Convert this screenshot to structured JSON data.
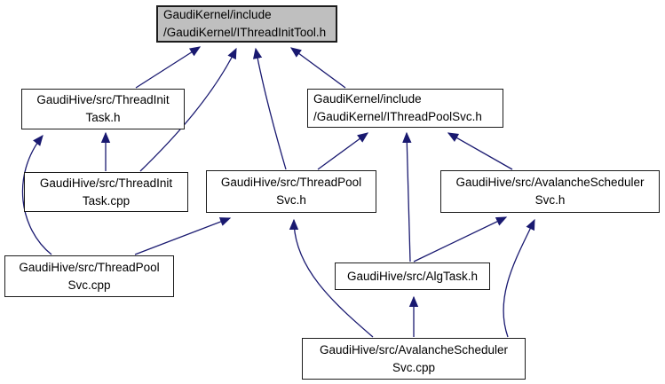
{
  "graph": {
    "colors": {
      "edge": "#191970",
      "node_border": "#1c1c1c",
      "node_fill": "#ffffff",
      "current_node_fill": "#bfbfbf",
      "text": "#000000",
      "background": "#ffffff"
    },
    "nodes": {
      "ithreadinittool_h": {
        "line1": "GaudiKernel/include",
        "line2": "/GaudiKernel/IThreadInitTool.h"
      },
      "threadinittask_h": {
        "line1": "GaudiHive/src/ThreadInit",
        "line2": "Task.h"
      },
      "ithreadpoolsvc_h": {
        "line1": "GaudiKernel/include",
        "line2": "/GaudiKernel/IThreadPoolSvc.h"
      },
      "threadinittask_cpp": {
        "line1": "GaudiHive/src/ThreadInit",
        "line2": "Task.cpp"
      },
      "threadpoolsvc_h": {
        "line1": "GaudiHive/src/ThreadPool",
        "line2": "Svc.h"
      },
      "avalanchesvc_h": {
        "line1": "GaudiHive/src/AvalancheScheduler",
        "line2": "Svc.h"
      },
      "threadpoolsvc_cpp": {
        "line1": "GaudiHive/src/ThreadPool",
        "line2": "Svc.cpp"
      },
      "algtask_h": {
        "line1": "GaudiHive/src/AlgTask.h"
      },
      "avalanchesvc_cpp": {
        "line1": "GaudiHive/src/AvalancheScheduler",
        "line2": "Svc.cpp"
      }
    },
    "edges": [
      {
        "from": "threadinittask_h",
        "to": "ithreadinittool_h"
      },
      {
        "from": "threadinittask_cpp",
        "to": "ithreadinittool_h"
      },
      {
        "from": "threadpoolsvc_h",
        "to": "ithreadinittool_h"
      },
      {
        "from": "ithreadpoolsvc_h",
        "to": "ithreadinittool_h"
      },
      {
        "from": "threadinittask_cpp",
        "to": "threadinittask_h"
      },
      {
        "from": "threadpoolsvc_cpp",
        "to": "threadinittask_h"
      },
      {
        "from": "threadpoolsvc_cpp",
        "to": "threadpoolsvc_h"
      },
      {
        "from": "threadpoolsvc_h",
        "to": "ithreadpoolsvc_h"
      },
      {
        "from": "algtask_h",
        "to": "ithreadpoolsvc_h"
      },
      {
        "from": "avalanchesvc_h",
        "to": "ithreadpoolsvc_h"
      },
      {
        "from": "algtask_h",
        "to": "avalanchesvc_h"
      },
      {
        "from": "avalanchesvc_cpp",
        "to": "threadpoolsvc_h"
      },
      {
        "from": "avalanchesvc_cpp",
        "to": "algtask_h"
      },
      {
        "from": "avalanchesvc_cpp",
        "to": "avalanchesvc_h"
      }
    ]
  }
}
